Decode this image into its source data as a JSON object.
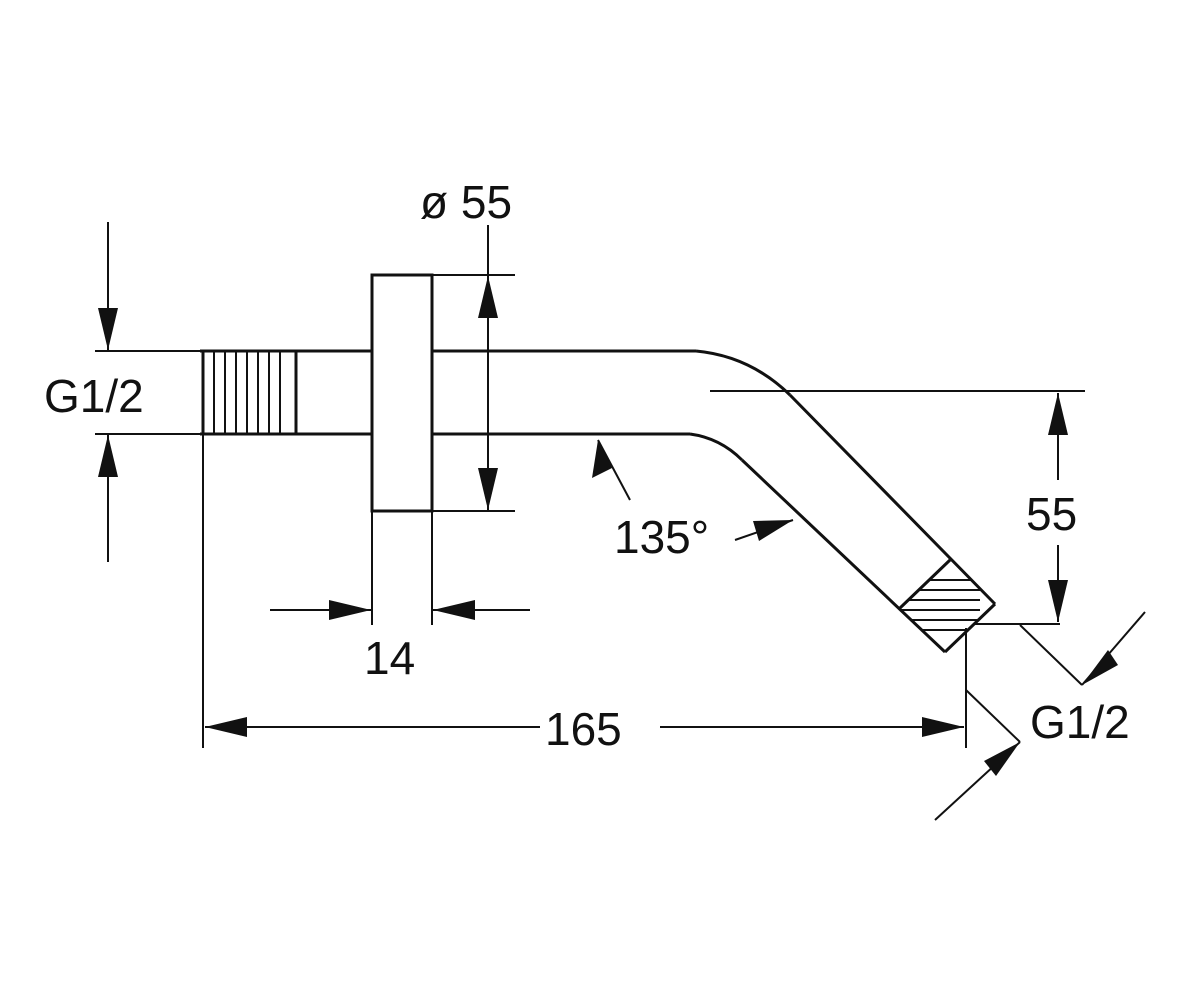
{
  "diagram": {
    "labels": {
      "diameter": "ø 55",
      "thread_left": "G1/2",
      "thread_right": "G1/2",
      "angle": "135°",
      "height": "55",
      "flange_thickness": "14",
      "length": "165"
    }
  }
}
